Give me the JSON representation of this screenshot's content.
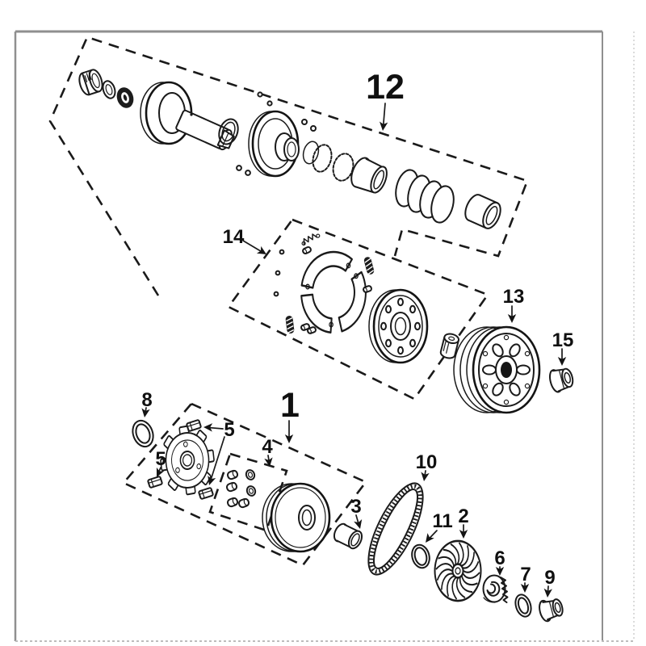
{
  "diagram": {
    "background_color": "#ffffff",
    "ink_color": "#1a1a1a",
    "frame_color": "#8f8f8f",
    "callouts": [
      {
        "text": "12"
      },
      {
        "text": "14"
      },
      {
        "text": "13"
      },
      {
        "text": "15"
      },
      {
        "text": "1"
      },
      {
        "text": "8"
      },
      {
        "text": "5"
      },
      {
        "text": "5"
      },
      {
        "text": "4"
      },
      {
        "text": "3"
      },
      {
        "text": "10"
      },
      {
        "text": "11"
      },
      {
        "text": "2"
      },
      {
        "text": "6"
      },
      {
        "text": "7"
      },
      {
        "text": "9"
      }
    ]
  }
}
